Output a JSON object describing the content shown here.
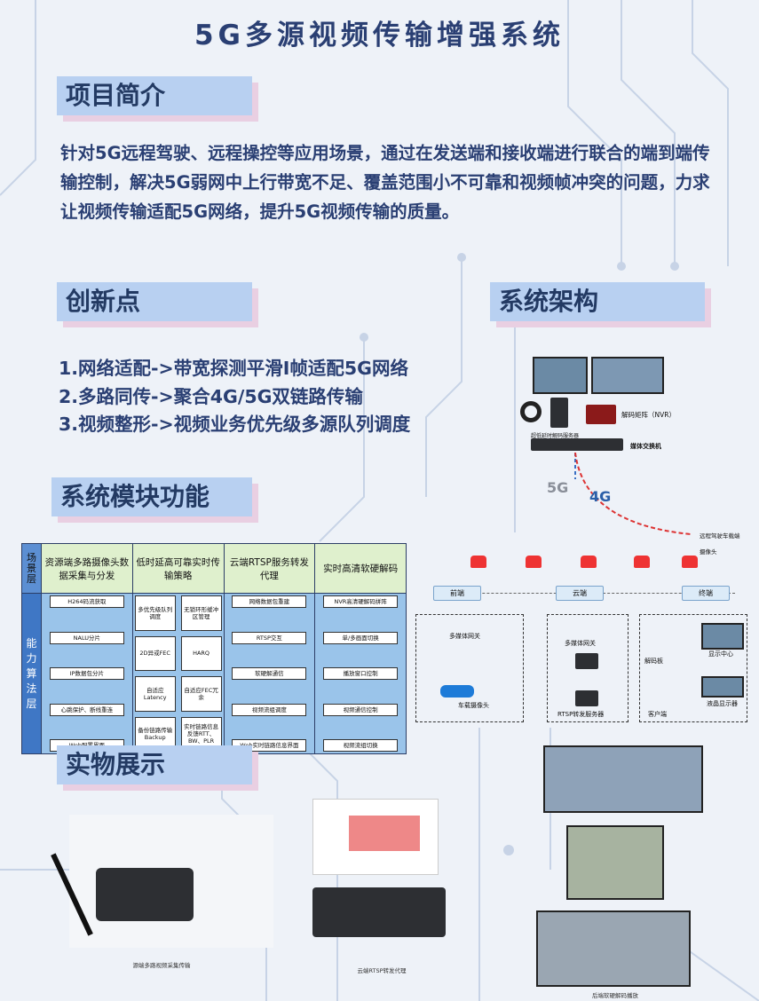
{
  "title": "5G多源视频传输增强系统",
  "sections": {
    "intro": "项目简介",
    "innovation": "创新点",
    "architecture": "系统架构",
    "modules": "系统模块功能",
    "showcase": "实物展示"
  },
  "intro_text": "针对5G远程驾驶、远程操控等应用场景，通过在发送端和接收端进行联合的端到端传输控制，解决5G弱网中上行带宽不足、覆盖范围小不可靠和视频帧冲突的问题，力求让视频传输适配5G网络，提升5G视频传输的质量。",
  "innovations": [
    "1.网络适配->带宽探测平滑I帧适配5G网络",
    "2.多路同传->聚合4G/5G双链路传输",
    "3.视频整形->视频业务优先级多源队列调度"
  ],
  "module_table": {
    "row1_label": "场景层",
    "row2_label": "能力算法层",
    "headers": [
      "资源端多路摄像头数据采集与分发",
      "低时延高可靠实时传输策略",
      "云端RTSP服务转发代理",
      "实时高清软硬解码"
    ],
    "col1": [
      "H264码流获取",
      "NALU分片",
      "IP数据包分片",
      "心跳保护、断线重连",
      "Web配置界面"
    ],
    "col2": [
      "多优先级队列调度",
      "无锁环形缓冲区管理",
      "2D异或FEC",
      "HARQ",
      "自适应Latency",
      "自适应FEC冗余",
      "备份链路传输Backup",
      "实时链路信息反馈RTT、BW、PLR"
    ],
    "col3": [
      "网络数据包重建",
      "RTSP交互",
      "软硬解通信",
      "视频流组调度",
      "Web实时链路信息界面"
    ],
    "col4": [
      "NVR高清硬解码拼阵",
      "单/多画面切换",
      "播放窗口控制",
      "视频通信控制",
      "视频流组切换"
    ]
  },
  "architecture": {
    "decoder_matrix": "解码矩阵（NVR）",
    "low_latency_server": "超低延时解码服务器",
    "media_switch": "媒体交换机",
    "label_5g": "5G",
    "label_4g": "4G",
    "remote_vehicle": "远程驾驶车载端",
    "camera": "摄像头",
    "front": "前端",
    "cloud": "云端",
    "terminal": "终端",
    "multimedia_gateway_front": "多媒体网关",
    "vehicle_camera": "车载摄像头",
    "multimedia_gateway_cloud": "多媒体网关",
    "rtsp_server": "RTSP转发服务器",
    "decoder_board": "解码板",
    "display_center": "显示中心",
    "client": "客户端",
    "lcd": "液晶显示器"
  },
  "showcase": {
    "cap1": "源端多路视频采集传输",
    "cap2": "云端RTSP转发代理",
    "cap3": "后端软硬解码播放"
  },
  "colors": {
    "title": "#2a3f73",
    "section_bg": "#b8d0f1",
    "section_shadow": "#e9cfe2",
    "table_header": "#dff0cd",
    "table_body": "#9ac4ea",
    "table_layer": "#3f77c5"
  }
}
